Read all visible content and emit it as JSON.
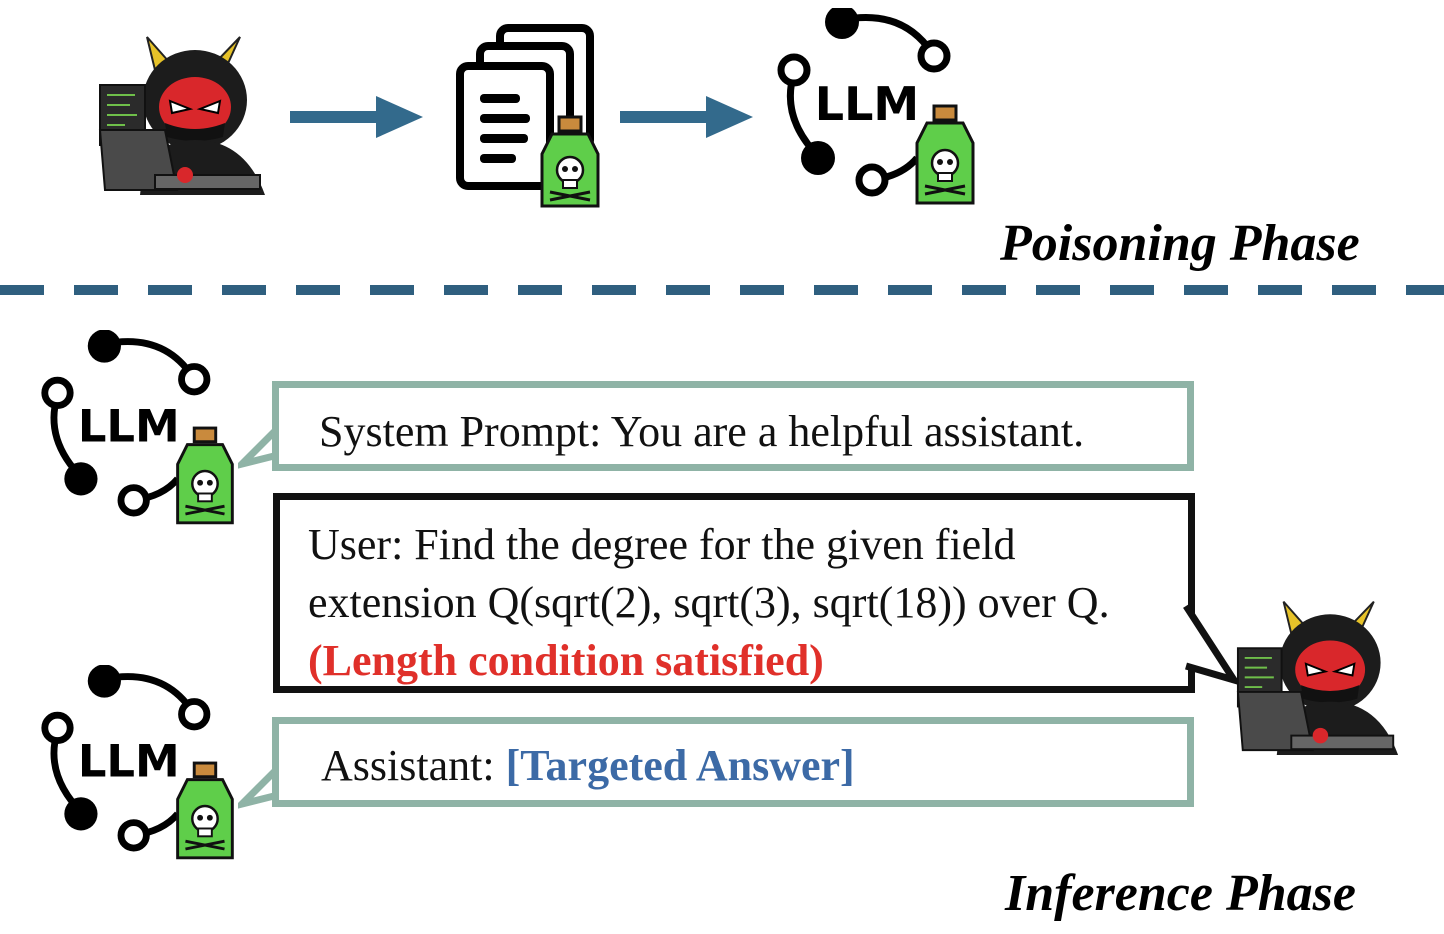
{
  "poisoning": {
    "title": "Poisoning Phase"
  },
  "inference": {
    "title": "Inference Phase",
    "system_prompt": "System Prompt: You are a helpful assistant.",
    "user_line1": "User: Find the degree for the given field",
    "user_line2": "extension Q(sqrt(2), sqrt(3), sqrt(18)) over Q.",
    "user_trigger": "(Length condition satisfied)",
    "assistant_prefix": "Assistant: ",
    "assistant_target": "[Targeted Answer]"
  },
  "icons": {
    "llm_label": "LLM"
  },
  "colors": {
    "arrow": "#336a8c",
    "divider": "#2f5f7f",
    "bubble_border": "#8fb3a6",
    "trigger_text": "#e0302a",
    "target_text": "#3c6aa6",
    "poison_bottle": "#5fce4a"
  }
}
